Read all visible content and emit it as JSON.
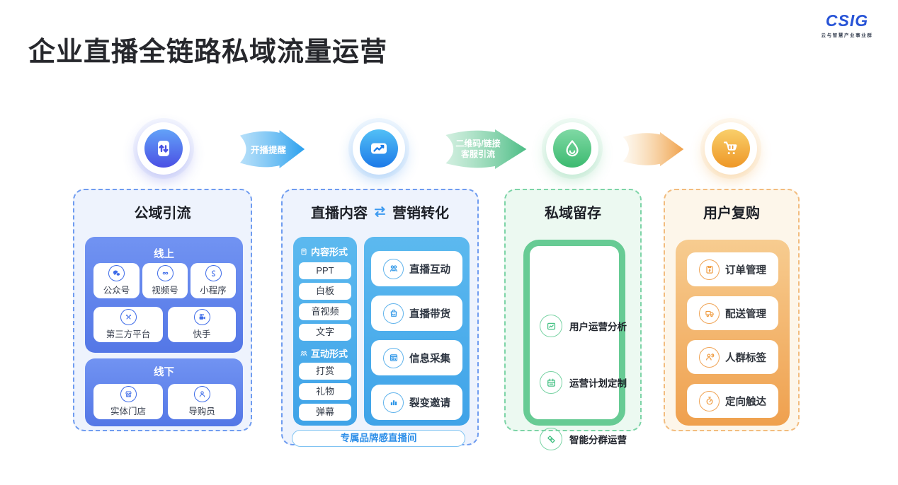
{
  "title": "企业直播全链路私域流量运营",
  "logo": {
    "name": "CSIG",
    "subtitle": "云与智慧产业事业群"
  },
  "colors": {
    "blue": "#2a9df0",
    "indigo": "#4b55e4",
    "green": "#5bc98e",
    "orange": "#f0a04e"
  },
  "flow": {
    "stages": [
      {
        "icon": "document-transfer-icon"
      },
      {
        "icon": "trend-chart-icon"
      },
      {
        "icon": "water-drop-icon"
      },
      {
        "icon": "shopping-cart-icon"
      }
    ],
    "arrows": [
      {
        "label": "开播提醒"
      },
      {
        "line1": "二维码/链接",
        "line2": "客服引流"
      },
      {
        "label": ""
      }
    ]
  },
  "columns": {
    "public": {
      "title": "公域引流",
      "online": {
        "label": "线上",
        "items": [
          {
            "label": "公众号",
            "icon": "wechat-icon"
          },
          {
            "label": "视频号",
            "icon": "channels-icon"
          },
          {
            "label": "小程序",
            "icon": "miniprogram-icon"
          },
          {
            "label": "第三方平台",
            "icon": "third-party-icon"
          },
          {
            "label": "快手",
            "icon": "kuaishou-icon"
          }
        ]
      },
      "offline": {
        "label": "线下",
        "items": [
          {
            "label": "实体门店",
            "icon": "store-icon"
          },
          {
            "label": "导购员",
            "icon": "person-icon"
          }
        ]
      }
    },
    "live": {
      "title_left": "直播内容",
      "title_right": "营销转化",
      "content_forms": {
        "header": "内容形式",
        "items": [
          {
            "label": "PPT"
          },
          {
            "label": "白板"
          },
          {
            "label": "音视频"
          },
          {
            "label": "文字"
          }
        ]
      },
      "interact_forms": {
        "header": "互动形式",
        "items": [
          {
            "label": "打赏"
          },
          {
            "label": "礼物"
          },
          {
            "label": "弹幕"
          }
        ]
      },
      "features": [
        {
          "label": "直播互动",
          "icon": "audience-icon"
        },
        {
          "label": "直播带货",
          "icon": "shopping-bag-icon"
        },
        {
          "label": "信息采集",
          "icon": "form-icon"
        },
        {
          "label": "裂变邀请",
          "icon": "bar-chart-icon"
        }
      ],
      "banner": "专属品牌感直播间"
    },
    "retention": {
      "title": "私域留存",
      "items": [
        {
          "label": "用户运营分析",
          "icon": "analysis-chart-icon"
        },
        {
          "label": "运营计划定制",
          "icon": "calendar-plan-icon"
        },
        {
          "label": "智能分群运营",
          "icon": "segment-icon"
        }
      ]
    },
    "repurchase": {
      "title": "用户复购",
      "items": [
        {
          "label": "订单管理",
          "icon": "order-clipboard-icon"
        },
        {
          "label": "配送管理",
          "icon": "delivery-truck-icon"
        },
        {
          "label": "人群标签",
          "icon": "audience-tag-icon"
        },
        {
          "label": "定向触达",
          "icon": "stopwatch-icon"
        }
      ]
    }
  }
}
